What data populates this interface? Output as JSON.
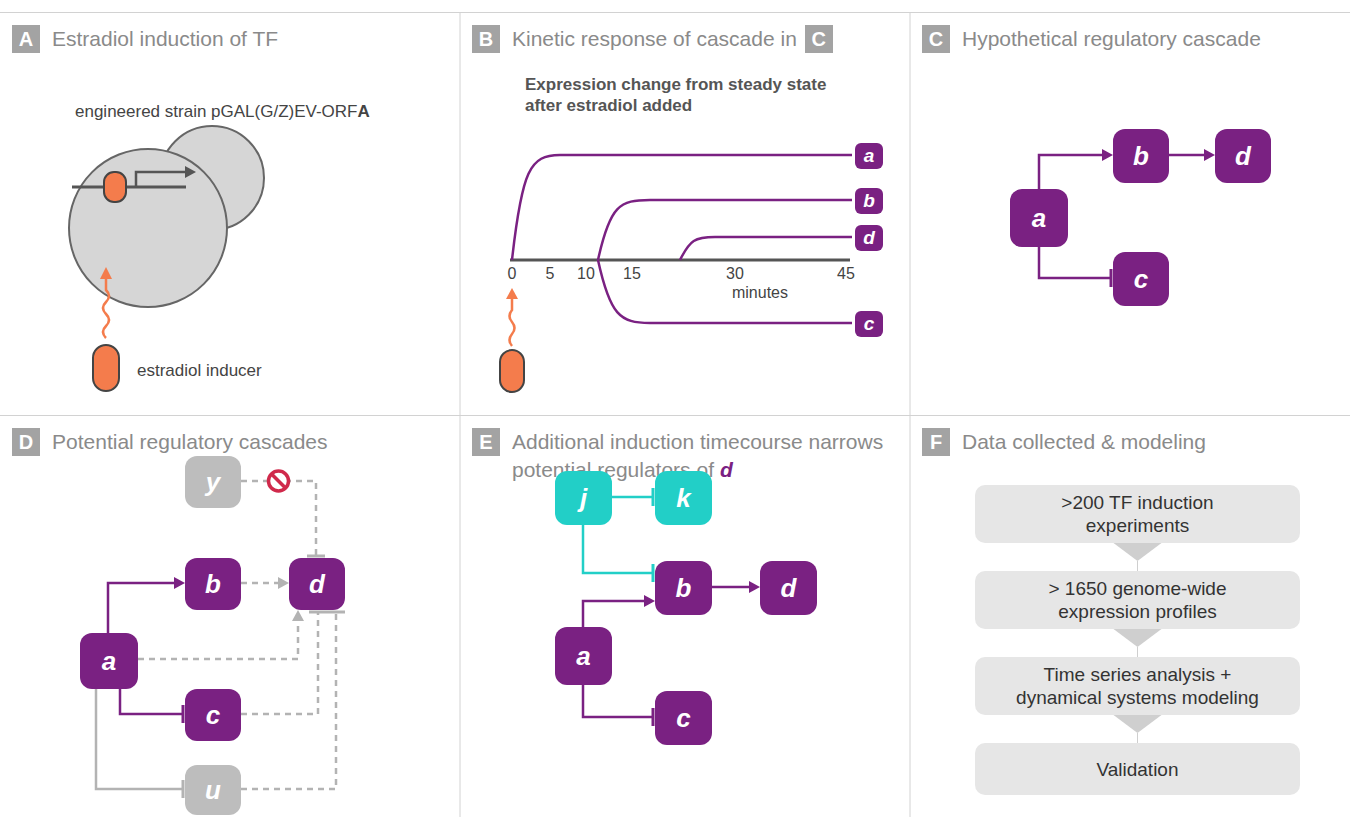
{
  "diagram": {
    "nodes": [
      {
        "text": [
          "A",
          "Estradiol induction of TF"
        ]
      },
      {
        "text": [
          "B",
          "Kinetic response of cascade in",
          "C"
        ]
      },
      {
        "text": [
          "a"
        ],
        "in": 1
      },
      {
        "text": [
          "b"
        ],
        "in": 1
      },
      {
        "text": [
          "d"
        ],
        "in": 1
      },
      {
        "text": [
          "c"
        ],
        "in": 1
      },
      {
        "text": [
          "C",
          "Hypothetical regulatory cascade"
        ]
      },
      {
        "text": [
          "a"
        ],
        "in": 6
      },
      {
        "text": [
          "b"
        ],
        "in": 6
      },
      {
        "text": [
          "d"
        ],
        "in": 6
      },
      {
        "text": [
          "c"
        ],
        "in": 6
      },
      {
        "text": [
          "D",
          "Potential regulatory cascades"
        ]
      },
      {
        "text": [
          "y"
        ],
        "in": 11
      },
      {
        "text": [
          "b"
        ],
        "in": 11
      },
      {
        "text": [
          "d"
        ],
        "in": 11
      },
      {
        "text": [
          "a"
        ],
        "in": 11
      },
      {
        "text": [
          "c"
        ],
        "in": 11
      },
      {
        "text": [
          "u"
        ],
        "in": 11
      },
      {
        "text": [
          "E",
          "Additional induction timecourse narrows potential regulators of",
          "d"
        ]
      },
      {
        "text": [
          "j"
        ],
        "in": 18
      },
      {
        "text": [
          "k"
        ],
        "in": 18
      },
      {
        "text": [
          "b"
        ],
        "in": 18
      },
      {
        "text": [
          "d"
        ],
        "in": 18
      },
      {
        "text": [
          "a"
        ],
        "in": 18
      },
      {
        "text": [
          "c"
        ],
        "in": 18
      },
      {
        "text": [
          "F",
          "Data collected & modeling"
        ]
      },
      {
        "text": [
          ">200 TF induction experiments"
        ],
        "in": 25
      },
      {
        "text": [
          "> 1650 genome-wide expression profiles"
        ],
        "in": 25
      },
      {
        "text": [
          "Time series analysis + dynamical systems modeling"
        ],
        "in": 25
      },
      {
        "text": [
          "Validation"
        ],
        "in": 25
      }
    ],
    "edges": [
      {
        "from": 7,
        "to": 8,
        "arrow": "to"
      },
      {
        "from": 8,
        "to": 9,
        "arrow": "to"
      },
      {
        "from": 7,
        "to": 10,
        "arrow": "to"
      },
      {
        "from": 12,
        "to": 14,
        "arrow": "to"
      },
      {
        "from": 15,
        "to": 13,
        "arrow": "to"
      },
      {
        "from": 13,
        "to": 14,
        "arrow": "to"
      },
      {
        "from": 15,
        "to": 14,
        "arrow": "to"
      },
      {
        "from": 15,
        "to": 16,
        "arrow": "to"
      },
      {
        "from": 16,
        "to": 14,
        "arrow": "to"
      },
      {
        "from": 15,
        "to": 17,
        "arrow": "to"
      },
      {
        "from": 17,
        "to": 14,
        "arrow": "to"
      },
      {
        "from": 19,
        "to": 20,
        "arrow": "to"
      },
      {
        "from": 19,
        "to": 21,
        "arrow": "to"
      },
      {
        "from": 23,
        "to": 21,
        "arrow": "to"
      },
      {
        "from": 21,
        "to": 22,
        "arrow": "to"
      },
      {
        "from": 23,
        "to": 24,
        "arrow": "to"
      },
      {
        "from": 26,
        "to": 27,
        "arrow": "to"
      },
      {
        "from": 27,
        "to": 28,
        "arrow": "to"
      },
      {
        "from": 28,
        "to": 29,
        "arrow": "to"
      }
    ],
    "labels": [
      "engineered strain pGAL(G/Z)EV-ORF",
      "A",
      "estradiol inducer",
      "Expression change from steady state after estradiol added",
      "0",
      "5",
      "10",
      "15",
      "30",
      "45",
      "minutes"
    ]
  }
}
